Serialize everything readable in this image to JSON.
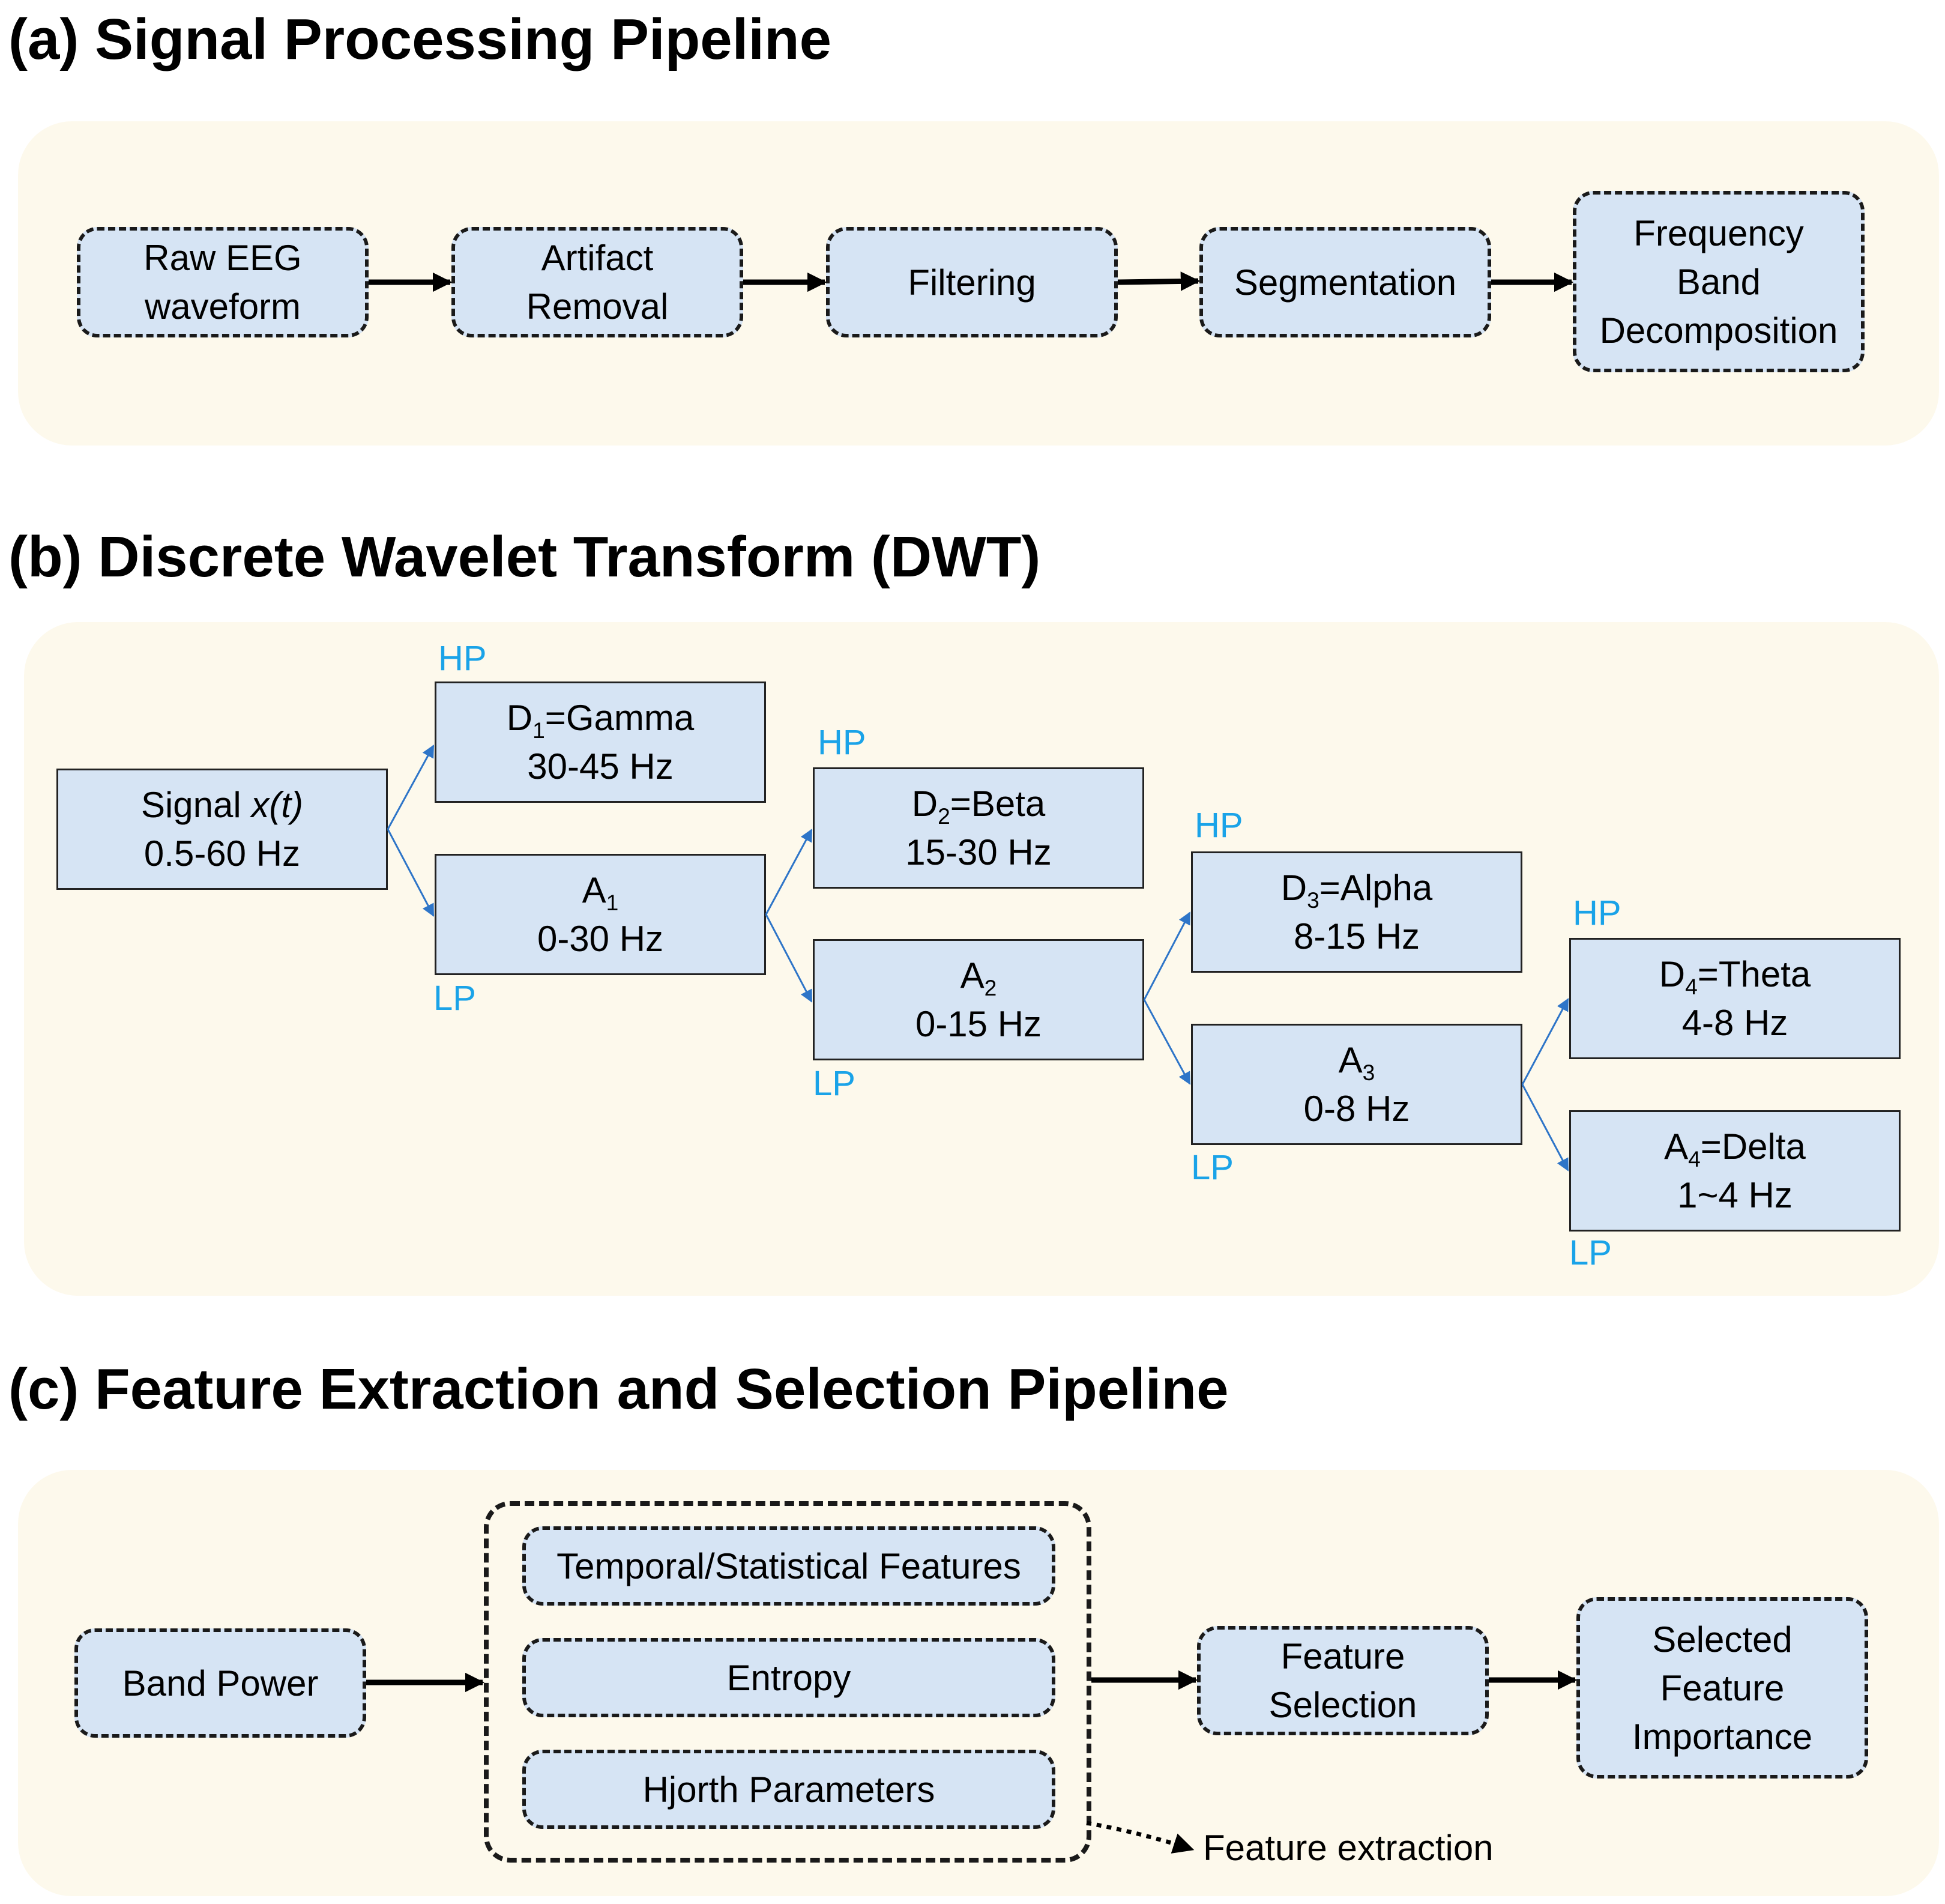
{
  "section_a": {
    "title": "(a) Signal Processing Pipeline",
    "steps": [
      [
        "Raw EEG",
        "waveform"
      ],
      [
        "Artifact",
        "Removal"
      ],
      [
        "Filtering"
      ],
      [
        "Segmentation"
      ],
      [
        "Frequency",
        "Band",
        "Decomposition"
      ]
    ]
  },
  "section_b": {
    "title": "(b) Discrete Wavelet Transform (DWT)",
    "signal": {
      "name": "Signal ",
      "var": "x(t)",
      "range": "0.5-60 Hz"
    },
    "hp_label": "HP",
    "lp_label": "LP",
    "nodes": {
      "d1": {
        "sym": "D",
        "sub": "1",
        "band": "=Gamma",
        "range": "30-45 Hz"
      },
      "a1": {
        "sym": "A",
        "sub": "1",
        "band": "",
        "range": "0-30 Hz"
      },
      "d2": {
        "sym": "D",
        "sub": "2",
        "band": "=Beta",
        "range": "15-30 Hz"
      },
      "a2": {
        "sym": "A",
        "sub": "2",
        "band": "",
        "range": "0-15 Hz"
      },
      "d3": {
        "sym": "D",
        "sub": "3",
        "band": "=Alpha",
        "range": "8-15 Hz"
      },
      "a3": {
        "sym": "A",
        "sub": "3",
        "band": "",
        "range": "0-8 Hz"
      },
      "d4": {
        "sym": "D",
        "sub": "4",
        "band": "=Theta",
        "range": "4-8 Hz"
      },
      "a4": {
        "sym": "A",
        "sub": "4",
        "band": "=Delta",
        "range": "1~4 Hz"
      }
    },
    "colors": {
      "filter_label": "#1aa3e8",
      "arrow": "#2e75c8",
      "box_fill": "#d6e4f4"
    }
  },
  "section_c": {
    "title": "(c) Feature Extraction and Selection Pipeline",
    "band_power": "Band Power",
    "features": [
      "Temporal/Statistical Features",
      "Entropy",
      "Hjorth Parameters"
    ],
    "feature_selection": [
      "Feature",
      "Selection"
    ],
    "selected_importance": [
      "Selected",
      "Feature",
      "Importance"
    ],
    "annotation": "Feature extraction"
  }
}
